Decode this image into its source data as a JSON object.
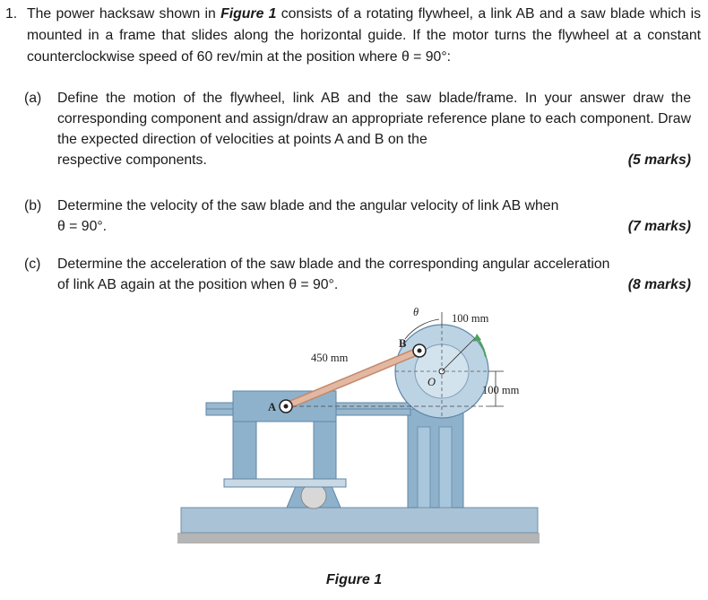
{
  "question": {
    "number": "1.",
    "intro_a": "The power hacksaw shown in ",
    "figure_ref": "Figure 1",
    "intro_b": " consists of a rotating flywheel, a link AB and a saw blade which is mounted in a frame that slides along the horizontal guide. If the motor turns the flywheel at a constant counterclockwise speed of 60 rev/min at the position where θ = 90°:"
  },
  "parts": [
    {
      "label": "(a)",
      "text": "Define the motion of the flywheel, link AB and the saw blade/frame. In your answer draw the corresponding component and assign/draw an appropriate reference plane to each component. Draw the expected direction of velocities at points A and B on the",
      "last_line": "respective components.",
      "marks": "(5 marks)"
    },
    {
      "label": "(b)",
      "text": "Determine the velocity of the saw blade and the angular velocity of link AB when",
      "last_line": "θ = 90°.",
      "marks": "(7 marks)"
    },
    {
      "label": "(c)",
      "text": "Determine the acceleration of the saw blade and the corresponding angular acceleration",
      "last_line": "of link AB again at the position when θ = 90°.",
      "marks": "(8 marks)"
    }
  ],
  "figure": {
    "caption": "Figure 1",
    "label_link_length": "450 mm",
    "label_radius": "100 mm",
    "label_height": "100 mm",
    "label_A": "A",
    "label_B": "B",
    "label_O": "O",
    "label_theta": "θ",
    "colors": {
      "frame": "#8fb2cc",
      "frame_dark": "#5f86a6",
      "link": "#d9a98f",
      "base": "#a9c2d6",
      "ground": "#b5b5b5",
      "arrow": "#4aa35a"
    }
  }
}
